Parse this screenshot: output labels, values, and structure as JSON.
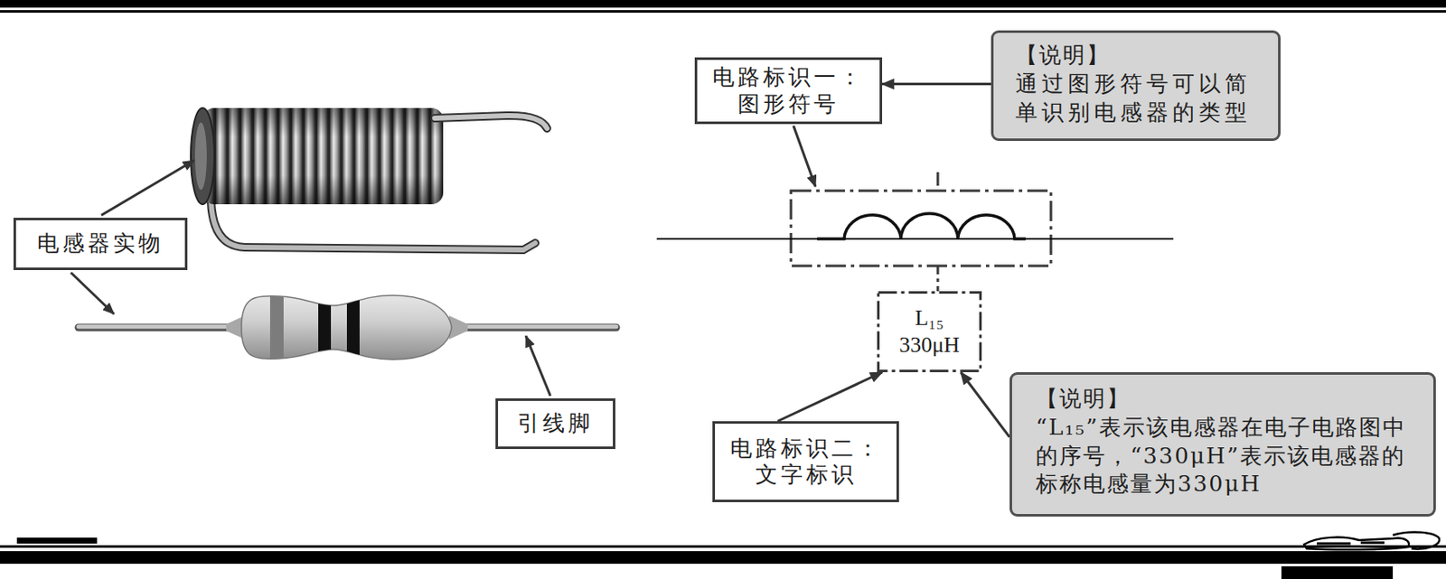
{
  "diagram": {
    "nodes": [
      {
        "text": [
          "电感器实物"
        ]
      },
      {
        "text": [
          "引线脚"
        ]
      },
      {
        "text": [
          "电路标识一： 图形符号"
        ]
      },
      {
        "text": [
          "【说明】",
          "通过图形符号可以简单识别电感器的类型"
        ]
      },
      {
        "text": [
          "L₁₅",
          "330μH"
        ]
      },
      {
        "text": [
          "电路标识二： 文字标识"
        ]
      },
      {
        "text": [
          "【说明】",
          "“L₁₅”表示该电感器在电子电路图中的序号，“330μH”表示该电感器的标称电感量为330μH"
        ]
      }
    ],
    "edges": [
      {
        "from": 3,
        "to": 2,
        "arrow": "to"
      },
      {
        "from": 5,
        "to": 4,
        "arrow": "to"
      },
      {
        "from": 6,
        "to": 4,
        "arrow": "to"
      }
    ]
  }
}
